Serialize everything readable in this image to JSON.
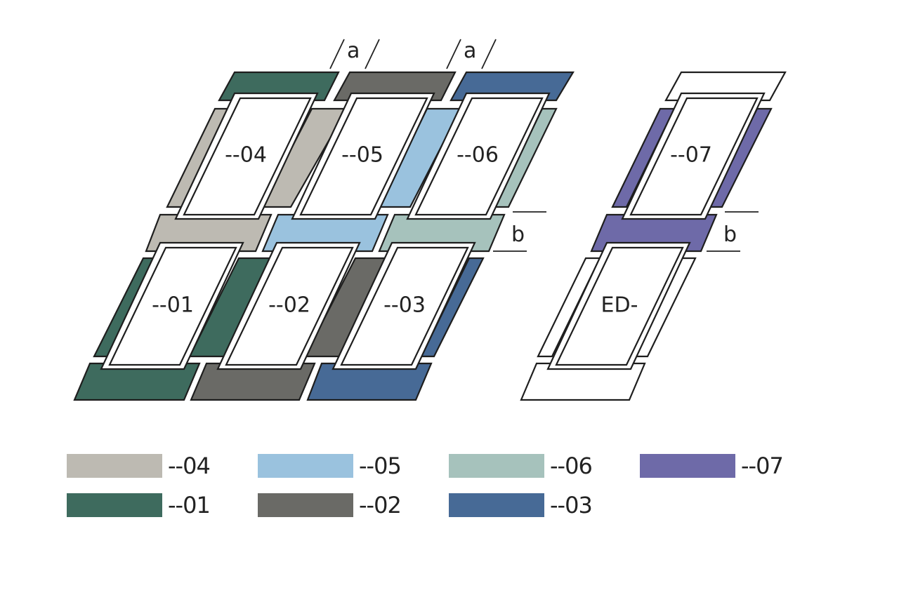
{
  "colors": {
    "c01": "#3e6b5e",
    "c02": "#6a6a66",
    "c03": "#476a96",
    "c04": "#bdbab2",
    "c05": "#9ac2de",
    "c06": "#a6c2bc",
    "c07": "#6e6aa8",
    "ed": "#ffffff"
  },
  "windows": {
    "w01": "--01",
    "w02": "--02",
    "w03": "--03",
    "w04": "--04",
    "w05": "--05",
    "w06": "--06",
    "w07": "--07",
    "wed": "ED-"
  },
  "dimensions": {
    "a_left": "a",
    "a_right": "a",
    "b_left": "b",
    "b_right": "b"
  },
  "legend": {
    "rows": [
      [
        {
          "label": "--04",
          "color": "#bdbab2"
        },
        {
          "label": "--05",
          "color": "#9ac2de"
        },
        {
          "label": "--06",
          "color": "#a6c2bc"
        },
        {
          "label": "--07",
          "color": "#6e6aa8"
        }
      ],
      [
        {
          "label": "--01",
          "color": "#3e6b5e"
        },
        {
          "label": "--02",
          "color": "#6a6a66"
        },
        {
          "label": "--03",
          "color": "#476a96"
        }
      ]
    ]
  }
}
